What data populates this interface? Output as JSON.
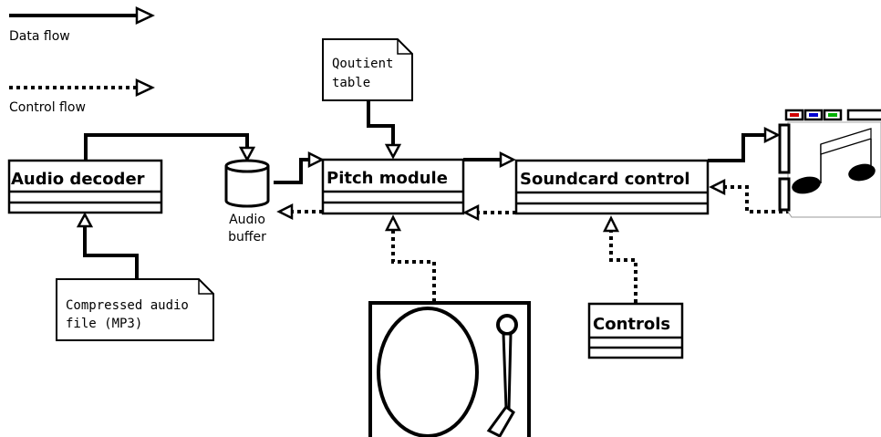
{
  "legend": {
    "data_flow": "Data flow",
    "control_flow": "Control flow"
  },
  "nodes": {
    "audio_decoder": "Audio decoder",
    "audio_buffer_line1": "Audio",
    "audio_buffer_line2": "buffer",
    "pitch_module": "Pitch module",
    "soundcard_control": "Soundcard control",
    "controls": "Controls"
  },
  "notes": {
    "quotient_line1": "Qoutient",
    "quotient_line2": "table",
    "compressed_line1": "Compressed audio",
    "compressed_line2": "file (MP3)"
  },
  "icons": {
    "turntable": "turntable-icon",
    "soundcard": "soundcard-icon",
    "buffer": "cylinder-icon"
  }
}
